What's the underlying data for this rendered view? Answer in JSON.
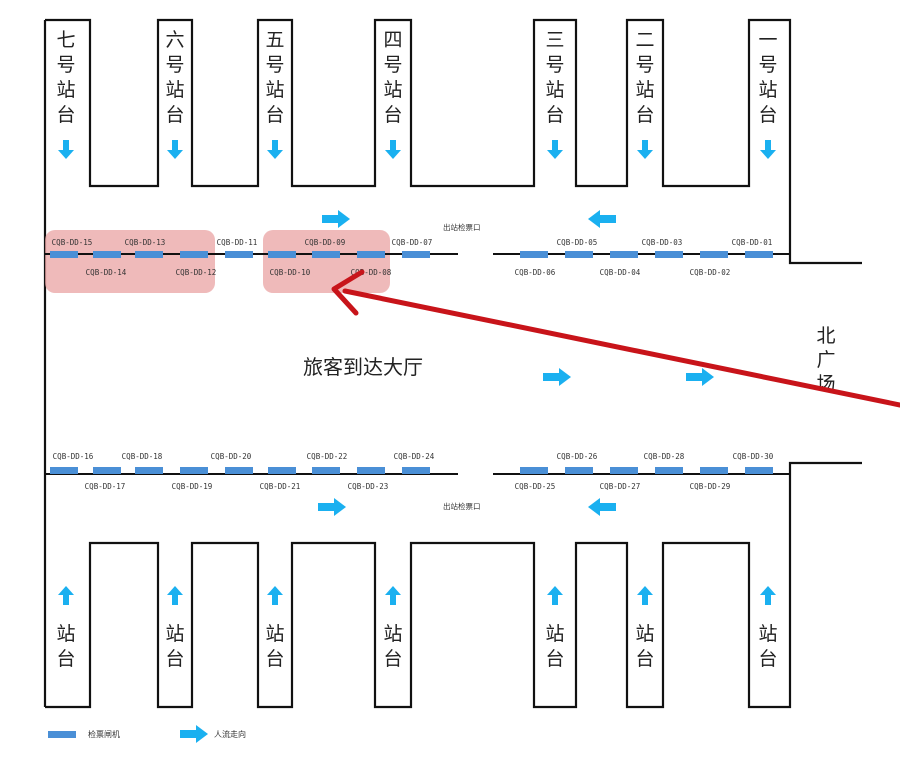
{
  "diagram": {
    "colors": {
      "wall": "#111111",
      "gate": "#4a8fd6",
      "arrow": "#1ab0f0",
      "highlight": "#e9a3a3",
      "red_arrow": "#c8141a"
    },
    "top_platforms": [
      {
        "label_chars": [
          "七",
          "号",
          "站",
          "台"
        ]
      },
      {
        "label_chars": [
          "六",
          "号",
          "站",
          "台"
        ]
      },
      {
        "label_chars": [
          "五",
          "号",
          "站",
          "台"
        ]
      },
      {
        "label_chars": [
          "四",
          "号",
          "站",
          "台"
        ]
      },
      {
        "label_chars": [
          "三",
          "号",
          "站",
          "台"
        ]
      },
      {
        "label_chars": [
          "二",
          "号",
          "站",
          "台"
        ]
      },
      {
        "label_chars": [
          "一",
          "号",
          "站",
          "台"
        ]
      }
    ],
    "bottom_platforms": [
      {
        "label_chars": [
          "站",
          "台"
        ]
      },
      {
        "label_chars": [
          "站",
          "台"
        ]
      },
      {
        "label_chars": [
          "站",
          "台"
        ]
      },
      {
        "label_chars": [
          "站",
          "台"
        ]
      },
      {
        "label_chars": [
          "站",
          "台"
        ]
      },
      {
        "label_chars": [
          "站",
          "台"
        ]
      },
      {
        "label_chars": [
          "站",
          "台"
        ]
      }
    ],
    "hall_label": "旅客到达大厅",
    "north_square_chars": [
      "北",
      "广",
      "场"
    ],
    "exit_gate_label_top": "出站检票口",
    "exit_gate_label_bottom": "出站检票口",
    "top_gates_above": [
      "CQB-DD-15",
      "CQB-DD-13",
      "CQB-DD-11",
      "CQB-DD-09",
      "CQB-DD-07",
      "CQB-DD-05",
      "CQB-DD-03",
      "CQB-DD-01"
    ],
    "top_gates_below": [
      "CQB-DD-14",
      "CQB-DD-12",
      "CQB-DD-10",
      "CQB-DD-08",
      "CQB-DD-06",
      "CQB-DD-04",
      "CQB-DD-02"
    ],
    "bottom_gates_above": [
      "CQB-DD-16",
      "CQB-DD-18",
      "CQB-DD-20",
      "CQB-DD-22",
      "CQB-DD-24",
      "CQB-DD-26",
      "CQB-DD-28",
      "CQB-DD-30"
    ],
    "bottom_gates_below": [
      "CQB-DD-17",
      "CQB-DD-19",
      "CQB-DD-21",
      "CQB-DD-23",
      "CQB-DD-25",
      "CQB-DD-27",
      "CQB-DD-29"
    ],
    "legend": {
      "gate_label": "检票闸机",
      "arrow_label": "人流走向"
    }
  }
}
